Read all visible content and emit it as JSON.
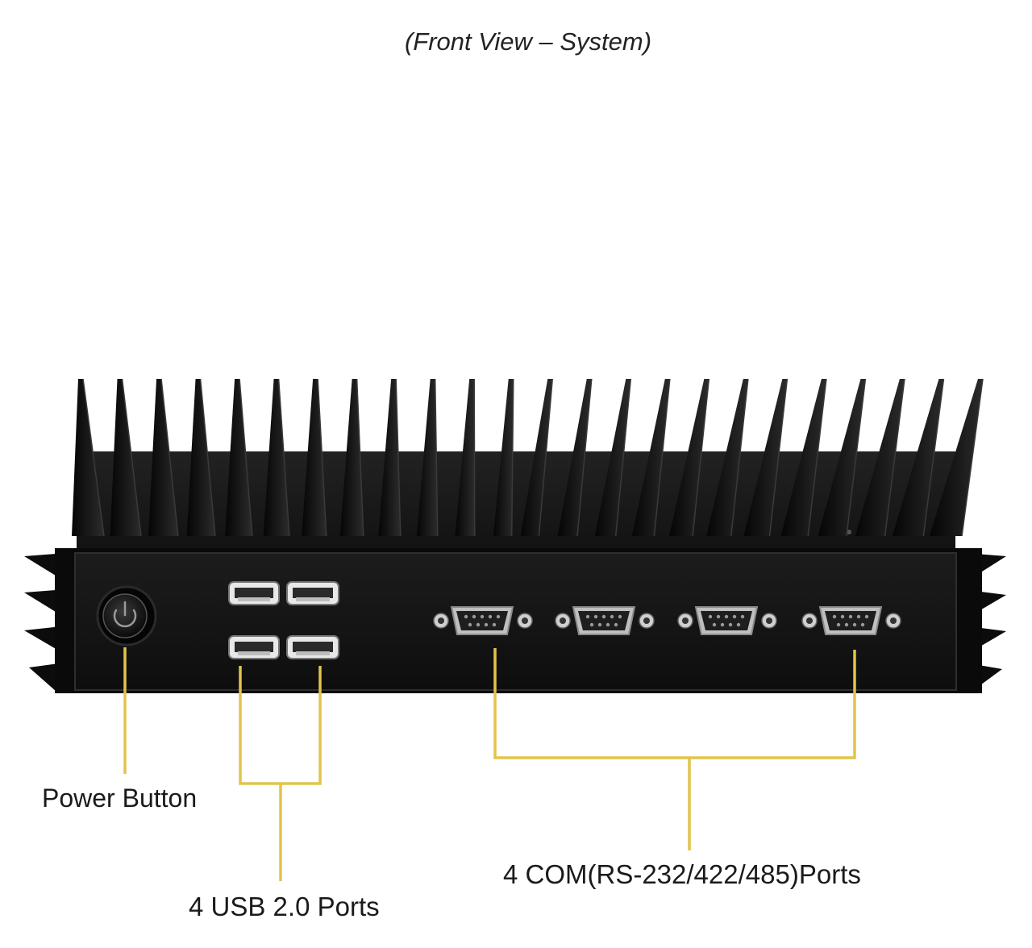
{
  "caption": "(Front View – System)",
  "labels": {
    "power_button": "Power Button",
    "usb_ports": "4 USB 2.0 Ports",
    "com_ports": "4 COM(RS-232/422/485)Ports"
  },
  "colors": {
    "callout_line": "#e2c44a",
    "chassis": "#161616",
    "background": "#ffffff"
  },
  "icons": {
    "power": "power-symbol-icon",
    "usb": "usb-port-icon",
    "com": "db9-serial-port-icon"
  }
}
